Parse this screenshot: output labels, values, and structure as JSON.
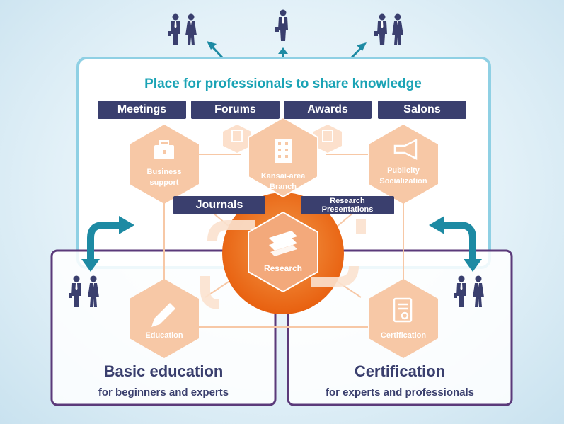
{
  "headline": "Place for professionals to share knowledge",
  "top_bars": [
    "Meetings",
    "Forums",
    "Awards",
    "Salons"
  ],
  "mid_bars": {
    "journals": "Journals",
    "research_presentations_line1": "Research",
    "research_presentations_line2": "Presentations"
  },
  "hexagons": {
    "business_support": [
      "Business",
      "support"
    ],
    "kansai_branch": [
      "Kansai-area",
      "Branch"
    ],
    "publicity": [
      "Publicity",
      "Socialization"
    ],
    "research": [
      "Research"
    ],
    "education": [
      "Education"
    ],
    "certification": [
      "Certification"
    ]
  },
  "bottom_left": {
    "title": "Basic education",
    "subtitle": "for beginners and experts"
  },
  "bottom_right": {
    "title": "Certification",
    "subtitle": "for experts and professionals"
  },
  "colors": {
    "navy": "#3a3f6e",
    "teal": "#1aa3b5",
    "teal_arrow": "#1d8aa3",
    "purple_border": "#5b3a7a",
    "hex_fill": "#f7c8a6",
    "orange": "#ea6a18",
    "light_blue_border": "#8fd0e4"
  },
  "icons": [
    "briefcase-icon",
    "building-icon",
    "megaphone-icon",
    "books-icon",
    "pen-icon",
    "certificate-icon",
    "people-icon",
    "double-arrow-icon"
  ]
}
